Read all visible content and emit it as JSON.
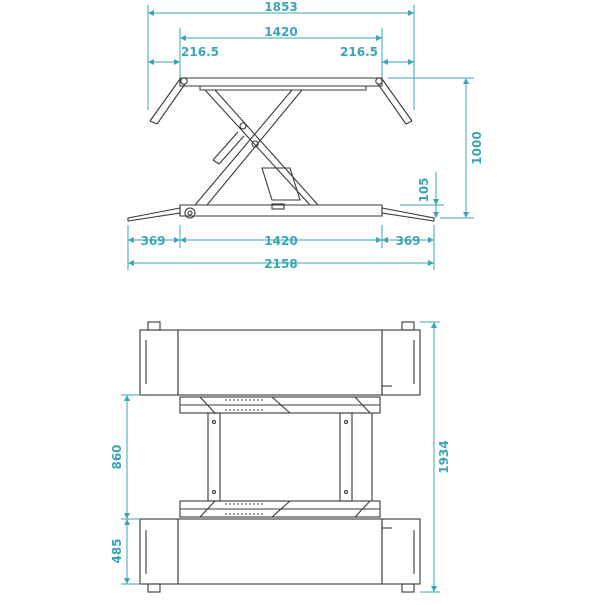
{
  "colors": {
    "dimension": "#3aa6b4",
    "outline": "#3a3a3a",
    "background": "#ffffff"
  },
  "side_view": {
    "top_overall": "1853",
    "top_inner": "1420",
    "top_left_offset": "216.5",
    "top_right_offset": "216.5",
    "height_total": "1000",
    "height_min": "105",
    "bottom_left_ramp": "369",
    "bottom_inner": "1420",
    "bottom_right_ramp": "369",
    "bottom_overall": "2158"
  },
  "top_view": {
    "overall_length": "1934",
    "gap_between_platforms": "860",
    "platform_width": "485"
  }
}
